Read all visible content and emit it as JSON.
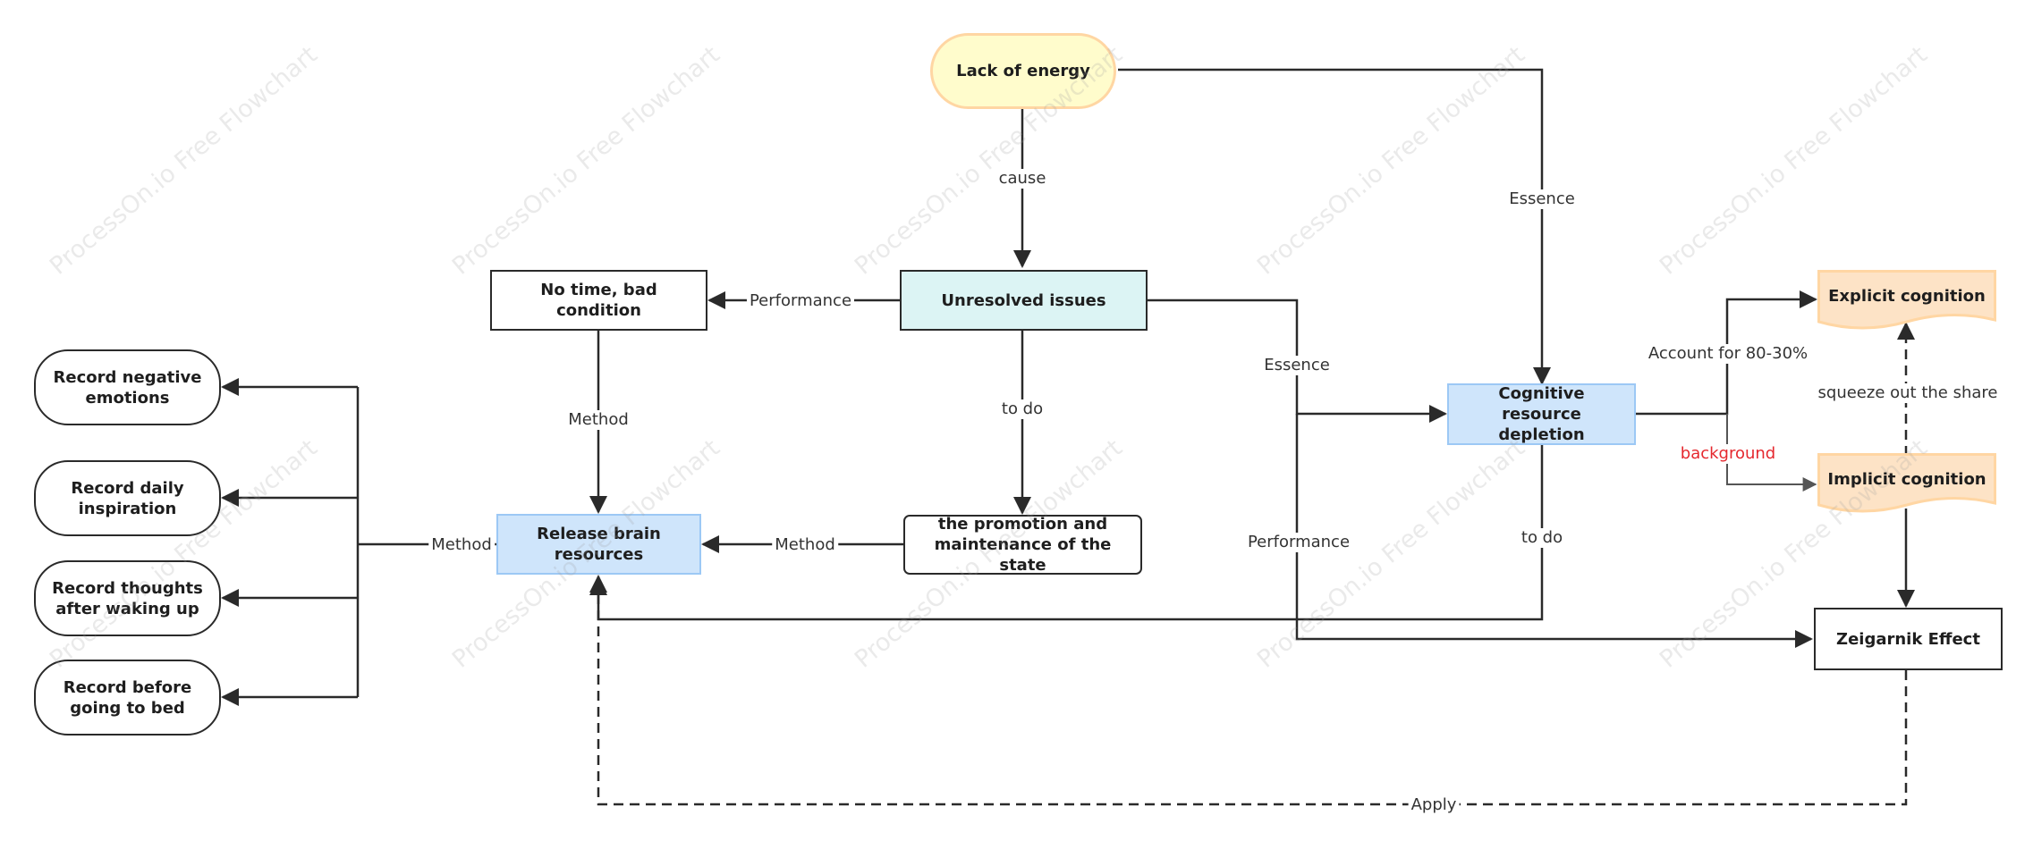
{
  "nodes": {
    "lack_of_energy": "Lack of energy",
    "unresolved_issues": "Unresolved issues",
    "no_time": "No time, bad condition",
    "release_brain": "Release brain resources",
    "promotion": "the promotion and maintenance of the state",
    "cognitive_depletion": "Cognitive resource depletion",
    "explicit_cognition": "Explicit cognition",
    "implicit_cognition": "Implicit cognition",
    "zeigarnik": "Zeigarnik Effect",
    "record_negative": "Record negative emotions",
    "record_inspiration": "Record daily inspiration",
    "record_waking": "Record thoughts after waking up",
    "record_bed": "Record before going to bed"
  },
  "edges": {
    "cause": "cause",
    "essence_top": "Essence",
    "performance_left": "Performance",
    "method_vertical": "Method",
    "todo_center": "to do",
    "method_horizontal": "Method",
    "method_left": "Method",
    "essence_mid": "Essence",
    "performance_mid": "Performance",
    "todo_right": "to do",
    "account": "Account for 80-30%",
    "background": "background",
    "squeeze": "squeeze out the share",
    "apply": "Apply"
  },
  "watermark": "ProcessOn.io Free Flowchart",
  "colors": {
    "line": "#2a2a2a",
    "blue_fill": "#cfe5fb",
    "blue_border": "#9cc8f5",
    "cyan_fill": "#dcf4f4",
    "yellow_fill": "#fffccc",
    "orange_fill": "#fde3c6",
    "orange_border": "#ffd6a3",
    "red_label": "#e5282e"
  }
}
